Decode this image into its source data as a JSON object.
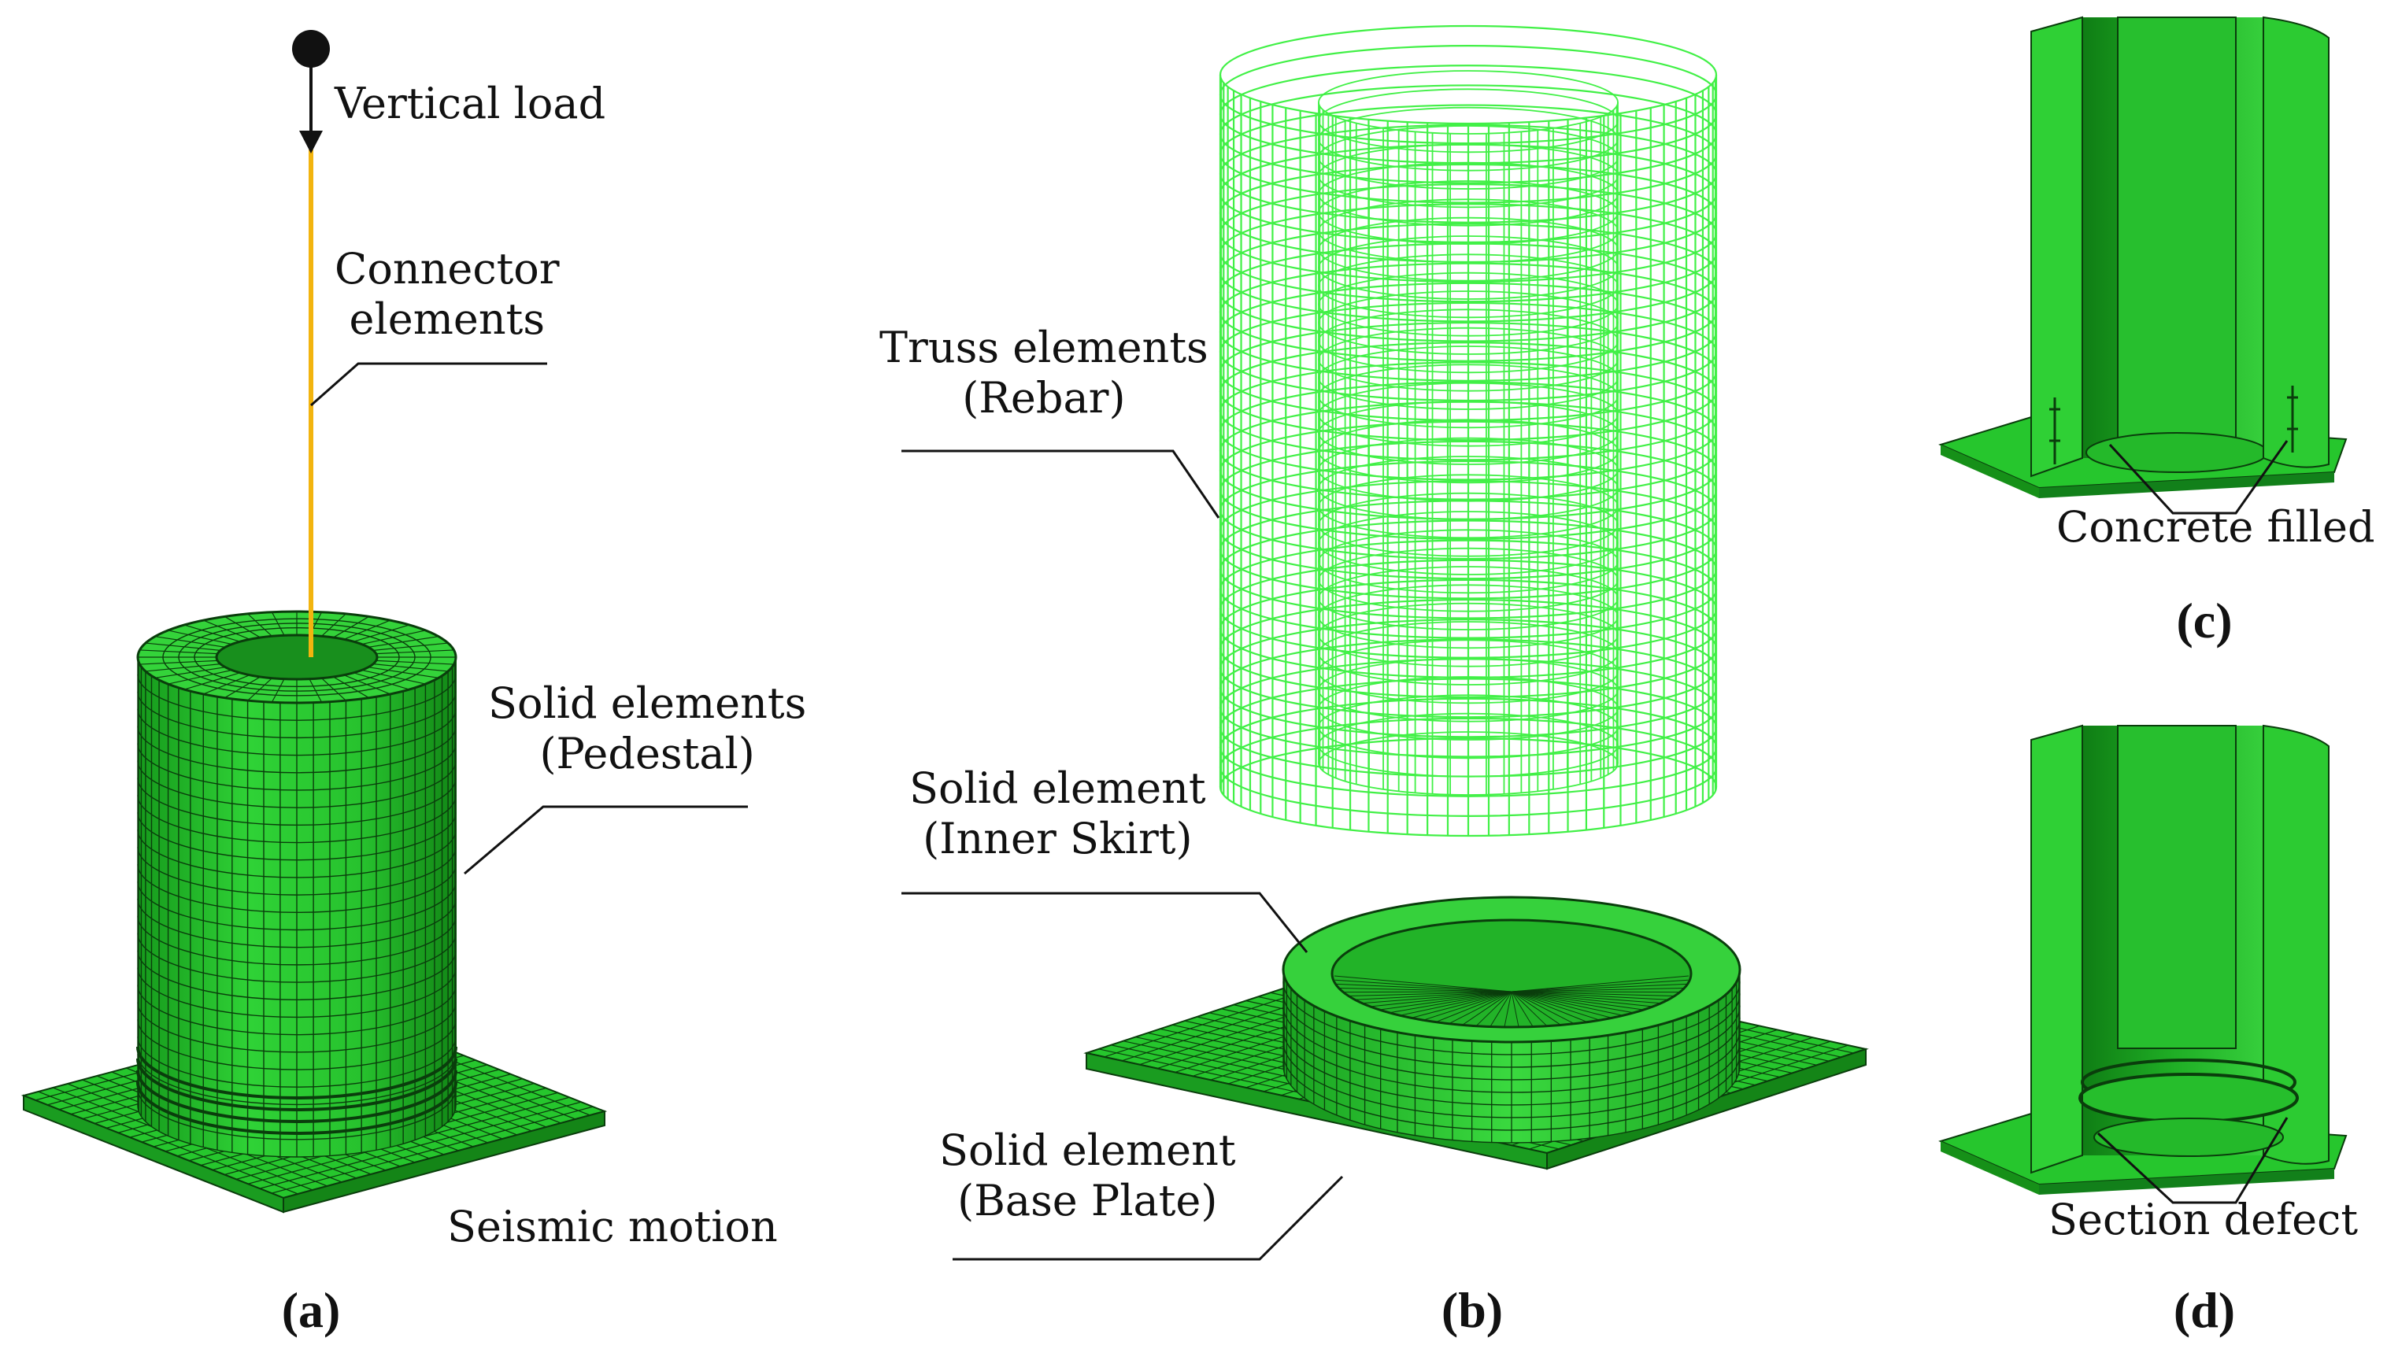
{
  "colors": {
    "mesh_face": "#21c32a",
    "mesh_face_dark": "#1a9c20",
    "mesh_face_light": "#49e44e",
    "mesh_line": "#0a3d0c",
    "rebar": "#41f046",
    "connector": "#f2b40f",
    "text": "#111111"
  },
  "panel_a": {
    "caption": "(a)",
    "labels": {
      "vertical_load": "Vertical load",
      "connector_line1": "Connector",
      "connector_line2": "elements",
      "solid_line1": "Solid elements",
      "solid_line2": "(Pedestal)",
      "seismic": "Seismic motion"
    }
  },
  "panel_b": {
    "caption": "(b)",
    "labels": {
      "truss_line1": "Truss elements",
      "truss_line2": "(Rebar)",
      "inner_line1": "Solid element",
      "inner_line2": "(Inner Skirt)",
      "base_line1": "Solid element",
      "base_line2": "(Base Plate)"
    }
  },
  "panel_c": {
    "caption": "(c)",
    "label": "Concrete filled"
  },
  "panel_d": {
    "caption": "(d)",
    "label": "Section defect"
  }
}
